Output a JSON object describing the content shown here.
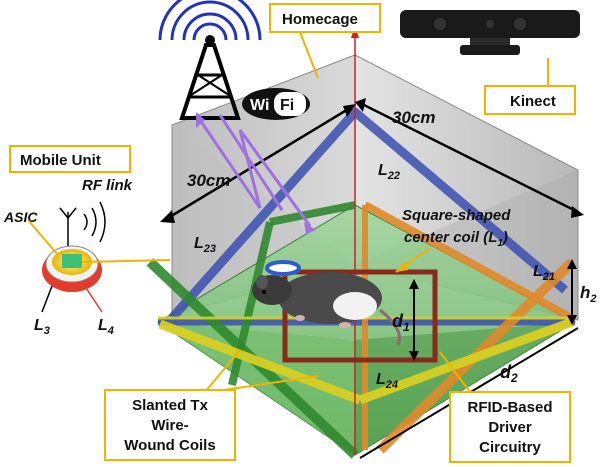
{
  "labels": {
    "homecage": "Homecage",
    "kinect": "Kinect",
    "mobile_unit": "Mobile Unit",
    "rf_link": "RF link",
    "asic": "ASIC",
    "dim_30cm_a": "30cm",
    "dim_30cm_b": "30cm",
    "coil_l22": "L",
    "coil_l22_sub": "22",
    "coil_l23": "L",
    "coil_l23_sub": "23",
    "coil_l21": "L",
    "coil_l21_sub": "21",
    "coil_l24": "L",
    "coil_l24_sub": "24",
    "coil_l3": "L",
    "coil_l3_sub": "3",
    "coil_l4": "L",
    "coil_l4_sub": "4",
    "d1": "d",
    "d1_sub": "1",
    "d2": "d",
    "d2_sub": "2",
    "h2": "h",
    "h2_sub": "2",
    "center_coil_line1": "Square-shaped",
    "center_coil_line2": "center coil (L",
    "center_coil_sub": "1",
    "center_coil_close": ")",
    "tx_coils": [
      "Slanted Tx",
      "Wire-",
      "Wound Coils"
    ],
    "rfid": [
      "RFID-Based",
      "Driver",
      "Circuitry"
    ],
    "wifi_wi": "Wi",
    "wifi_fi": "Fi"
  },
  "colors": {
    "cage_fill": "#c9c9c9",
    "coil_blue": "#3a4fb0",
    "coil_green": "#2f8a2f",
    "coil_orange": "#e08a2a",
    "coil_yellow": "#d9cf22",
    "box_border": "#f0b400",
    "arrow_purple": "#a070e0",
    "center_coil": "#8a2a1a"
  },
  "icons": [
    "wifi-tower-icon",
    "wifi-logo-icon",
    "kinect-sensor-icon",
    "antenna-icon",
    "rat-image"
  ]
}
